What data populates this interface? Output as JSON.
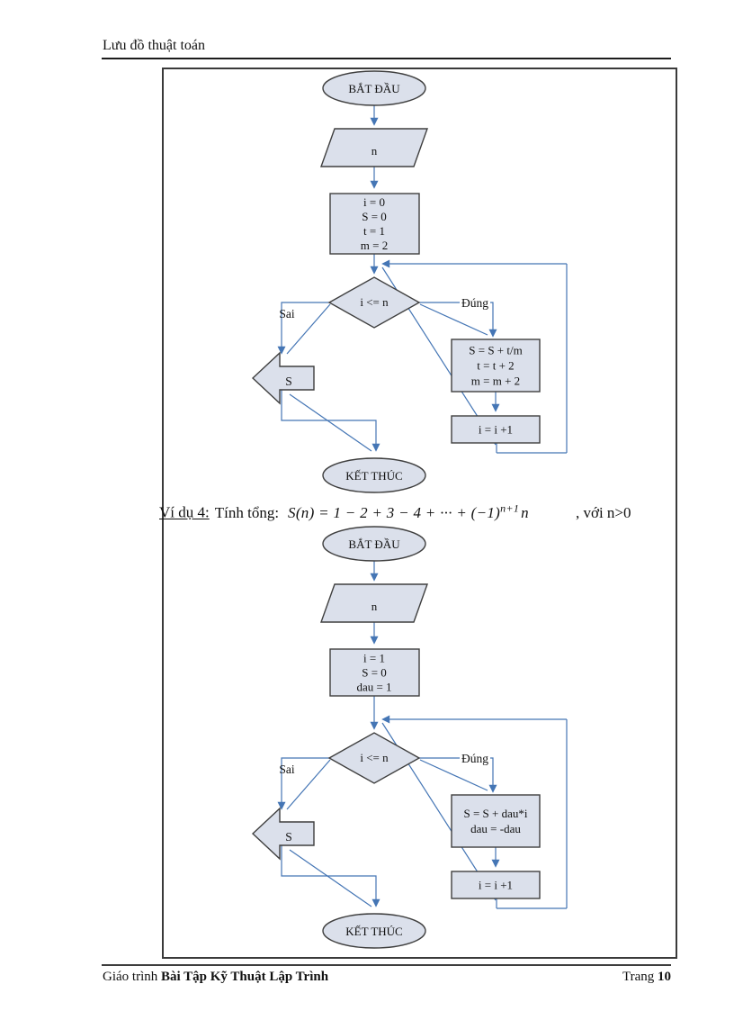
{
  "page": {
    "header_title": "Lưu đồ thuật toán",
    "footer": {
      "prefix": "Giáo trình ",
      "book_title": "Bài Tập Kỹ Thuật Lập Trình",
      "page_label": "Trang ",
      "page_number": "10"
    }
  },
  "example_line": {
    "label": "Ví dụ 4:",
    "intro": "Tính tổng:",
    "formula_prefix": "S(n) = 1 − 2 + 3 − 4 + ··· + (−1)",
    "formula_sup": "n+1",
    "formula_var": "n",
    "condition": ", với n>0"
  },
  "colors": {
    "shape_fill": "#dbe0eb",
    "shape_stroke": "#3f3f3f",
    "connector": "#4576b5"
  },
  "flowcharts": [
    {
      "name": "sum-t-over-m",
      "start_label": "BẮT ĐẦU",
      "input_label": "n",
      "init_lines": [
        "i = 0",
        "S = 0",
        "t = 1",
        "m = 2"
      ],
      "condition_label": "i <= n",
      "false_label": "Sai",
      "true_label": "Đúng",
      "process_lines": [
        "S = S + t/m",
        "t = t + 2",
        "m = m + 2"
      ],
      "increment_label": "i = i +1",
      "output_label": "S",
      "end_label": "KẾT THÚC"
    },
    {
      "name": "alternating-sum",
      "start_label": "BẮT ĐẦU",
      "input_label": "n",
      "init_lines": [
        "i = 1",
        "S = 0",
        "dau = 1"
      ],
      "condition_label": "i <= n",
      "false_label": "Sai",
      "true_label": "Đúng",
      "process_lines": [
        "S = S + dau*i",
        "dau = -dau"
      ],
      "increment_label": "i = i +1",
      "output_label": "S",
      "end_label": "KẾT THÚC"
    }
  ]
}
